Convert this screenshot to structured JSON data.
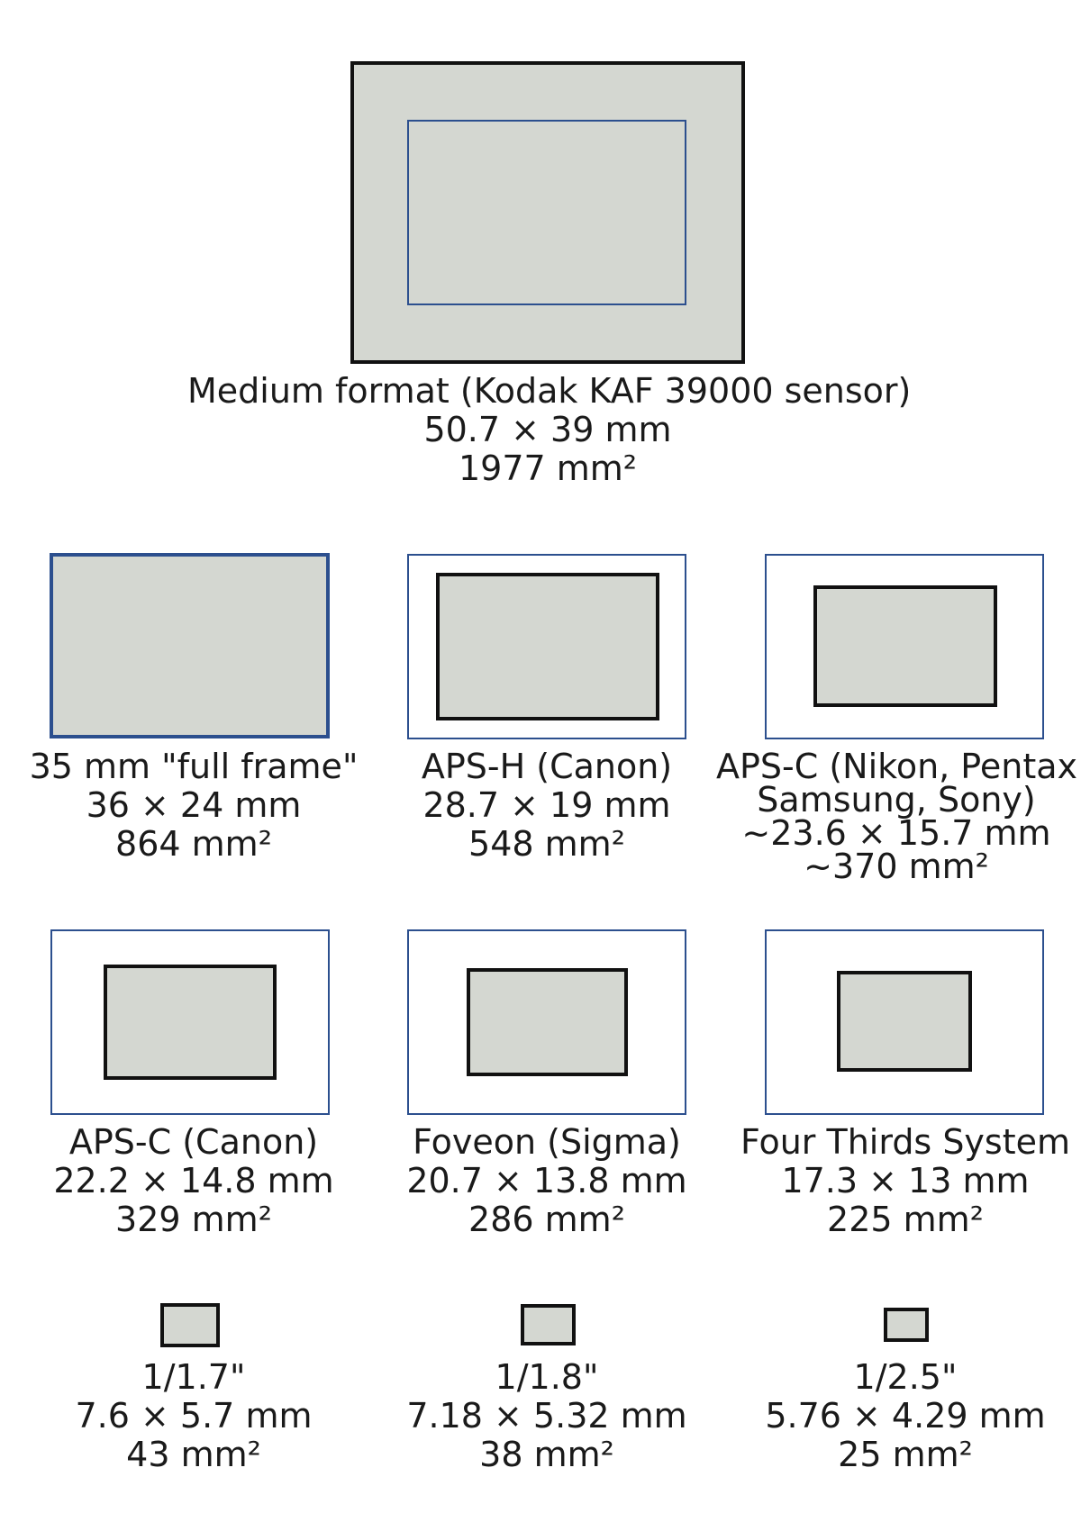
{
  "colors": {
    "sensor_fill": "#d4d7d1",
    "sensor_stroke": "#111111",
    "frame_stroke": "#2c4f8e",
    "background": "#ffffff"
  },
  "sensors": [
    {
      "id": "medium-format",
      "name": "Medium format (Kodak KAF 39000 sensor)",
      "dimensions": "50.7 × 39 mm",
      "area": "1977 mm²",
      "width_mm": 50.7,
      "height_mm": 39,
      "area_mm2": 1977
    },
    {
      "id": "full-frame",
      "name": "35 mm \"full frame\"",
      "dimensions": "36 × 24 mm",
      "area": "864 mm²",
      "width_mm": 36,
      "height_mm": 24,
      "area_mm2": 864
    },
    {
      "id": "aps-h",
      "name": "APS-H (Canon)",
      "dimensions": "28.7 × 19 mm",
      "area": "548 mm²",
      "width_mm": 28.7,
      "height_mm": 19,
      "area_mm2": 548
    },
    {
      "id": "aps-c-nikon",
      "name_line1": "APS-C (Nikon, Pentax",
      "name_line2": "Samsung, Sony)",
      "dimensions": "~23.6 × 15.7 mm",
      "area": "~370 mm²",
      "width_mm": 23.6,
      "height_mm": 15.7,
      "area_mm2": 370
    },
    {
      "id": "aps-c-canon",
      "name": "APS-C (Canon)",
      "dimensions": "22.2 × 14.8 mm",
      "area": "329 mm²",
      "width_mm": 22.2,
      "height_mm": 14.8,
      "area_mm2": 329
    },
    {
      "id": "foveon",
      "name": "Foveon (Sigma)",
      "dimensions": "20.7 × 13.8 mm",
      "area": "286 mm²",
      "width_mm": 20.7,
      "height_mm": 13.8,
      "area_mm2": 286
    },
    {
      "id": "four-thirds",
      "name": "Four Thirds System",
      "dimensions": "17.3 × 13 mm",
      "area": "225 mm²",
      "width_mm": 17.3,
      "height_mm": 13,
      "area_mm2": 225
    },
    {
      "id": "one-over-1-7",
      "name": "1/1.7\"",
      "dimensions": "7.6 × 5.7 mm",
      "area": "43 mm²",
      "width_mm": 7.6,
      "height_mm": 5.7,
      "area_mm2": 43
    },
    {
      "id": "one-over-1-8",
      "name": "1/1.8\"",
      "dimensions": "7.18 × 5.32 mm",
      "area": "38 mm²",
      "width_mm": 7.18,
      "height_mm": 5.32,
      "area_mm2": 38
    },
    {
      "id": "one-over-2-5",
      "name": "1/2.5\"",
      "dimensions": "5.76 × 4.29 mm",
      "area": "25 mm²",
      "width_mm": 5.76,
      "height_mm": 4.29,
      "area_mm2": 25
    }
  ]
}
